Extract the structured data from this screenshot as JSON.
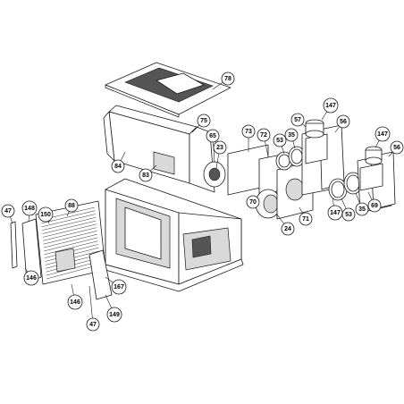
{
  "callouts": [
    {
      "id": "c78a",
      "label": "78"
    },
    {
      "id": "c75",
      "label": "75"
    },
    {
      "id": "c65",
      "label": "65"
    },
    {
      "id": "c23",
      "label": "23"
    },
    {
      "id": "c84",
      "label": "84"
    },
    {
      "id": "c83",
      "label": "83"
    },
    {
      "id": "c73",
      "label": "73"
    },
    {
      "id": "c72",
      "label": "72"
    },
    {
      "id": "c53a",
      "label": "53"
    },
    {
      "id": "c35a",
      "label": "35"
    },
    {
      "id": "c57",
      "label": "57"
    },
    {
      "id": "c147a",
      "label": "147"
    },
    {
      "id": "c56a",
      "label": "56"
    },
    {
      "id": "c147b",
      "label": "147"
    },
    {
      "id": "c56b",
      "label": "56"
    },
    {
      "id": "c70",
      "label": "70"
    },
    {
      "id": "c24",
      "label": "24"
    },
    {
      "id": "c71",
      "label": "71"
    },
    {
      "id": "c147c",
      "label": "147"
    },
    {
      "id": "c53b",
      "label": "53"
    },
    {
      "id": "c35b",
      "label": "35"
    },
    {
      "id": "c69",
      "label": "69"
    },
    {
      "id": "c47a",
      "label": "47"
    },
    {
      "id": "c148",
      "label": "148"
    },
    {
      "id": "c150",
      "label": "150"
    },
    {
      "id": "c88",
      "label": "88"
    },
    {
      "id": "c146a",
      "label": "146"
    },
    {
      "id": "c146b",
      "label": "146"
    },
    {
      "id": "c47b",
      "label": "47"
    },
    {
      "id": "c167",
      "label": "167"
    },
    {
      "id": "c149",
      "label": "149"
    }
  ]
}
